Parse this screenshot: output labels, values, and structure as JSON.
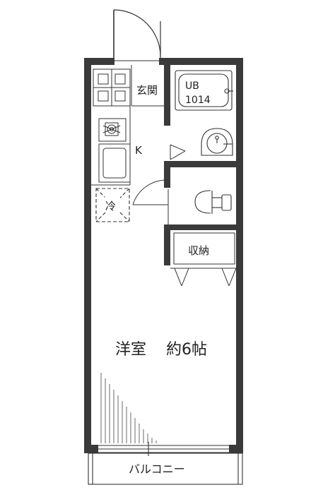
{
  "rooms": {
    "entrance": "玄関",
    "unit_bath_line1": "UB",
    "unit_bath_line2": "1014",
    "kitchen": "K",
    "refrigerator": "冷",
    "storage": "収納",
    "western_room_name": "洋室",
    "western_room_size": "約6帖",
    "balcony": "バルコニー"
  },
  "colors": {
    "wall": "#3a3a3a",
    "line": "#333333",
    "background": "#ffffff"
  }
}
